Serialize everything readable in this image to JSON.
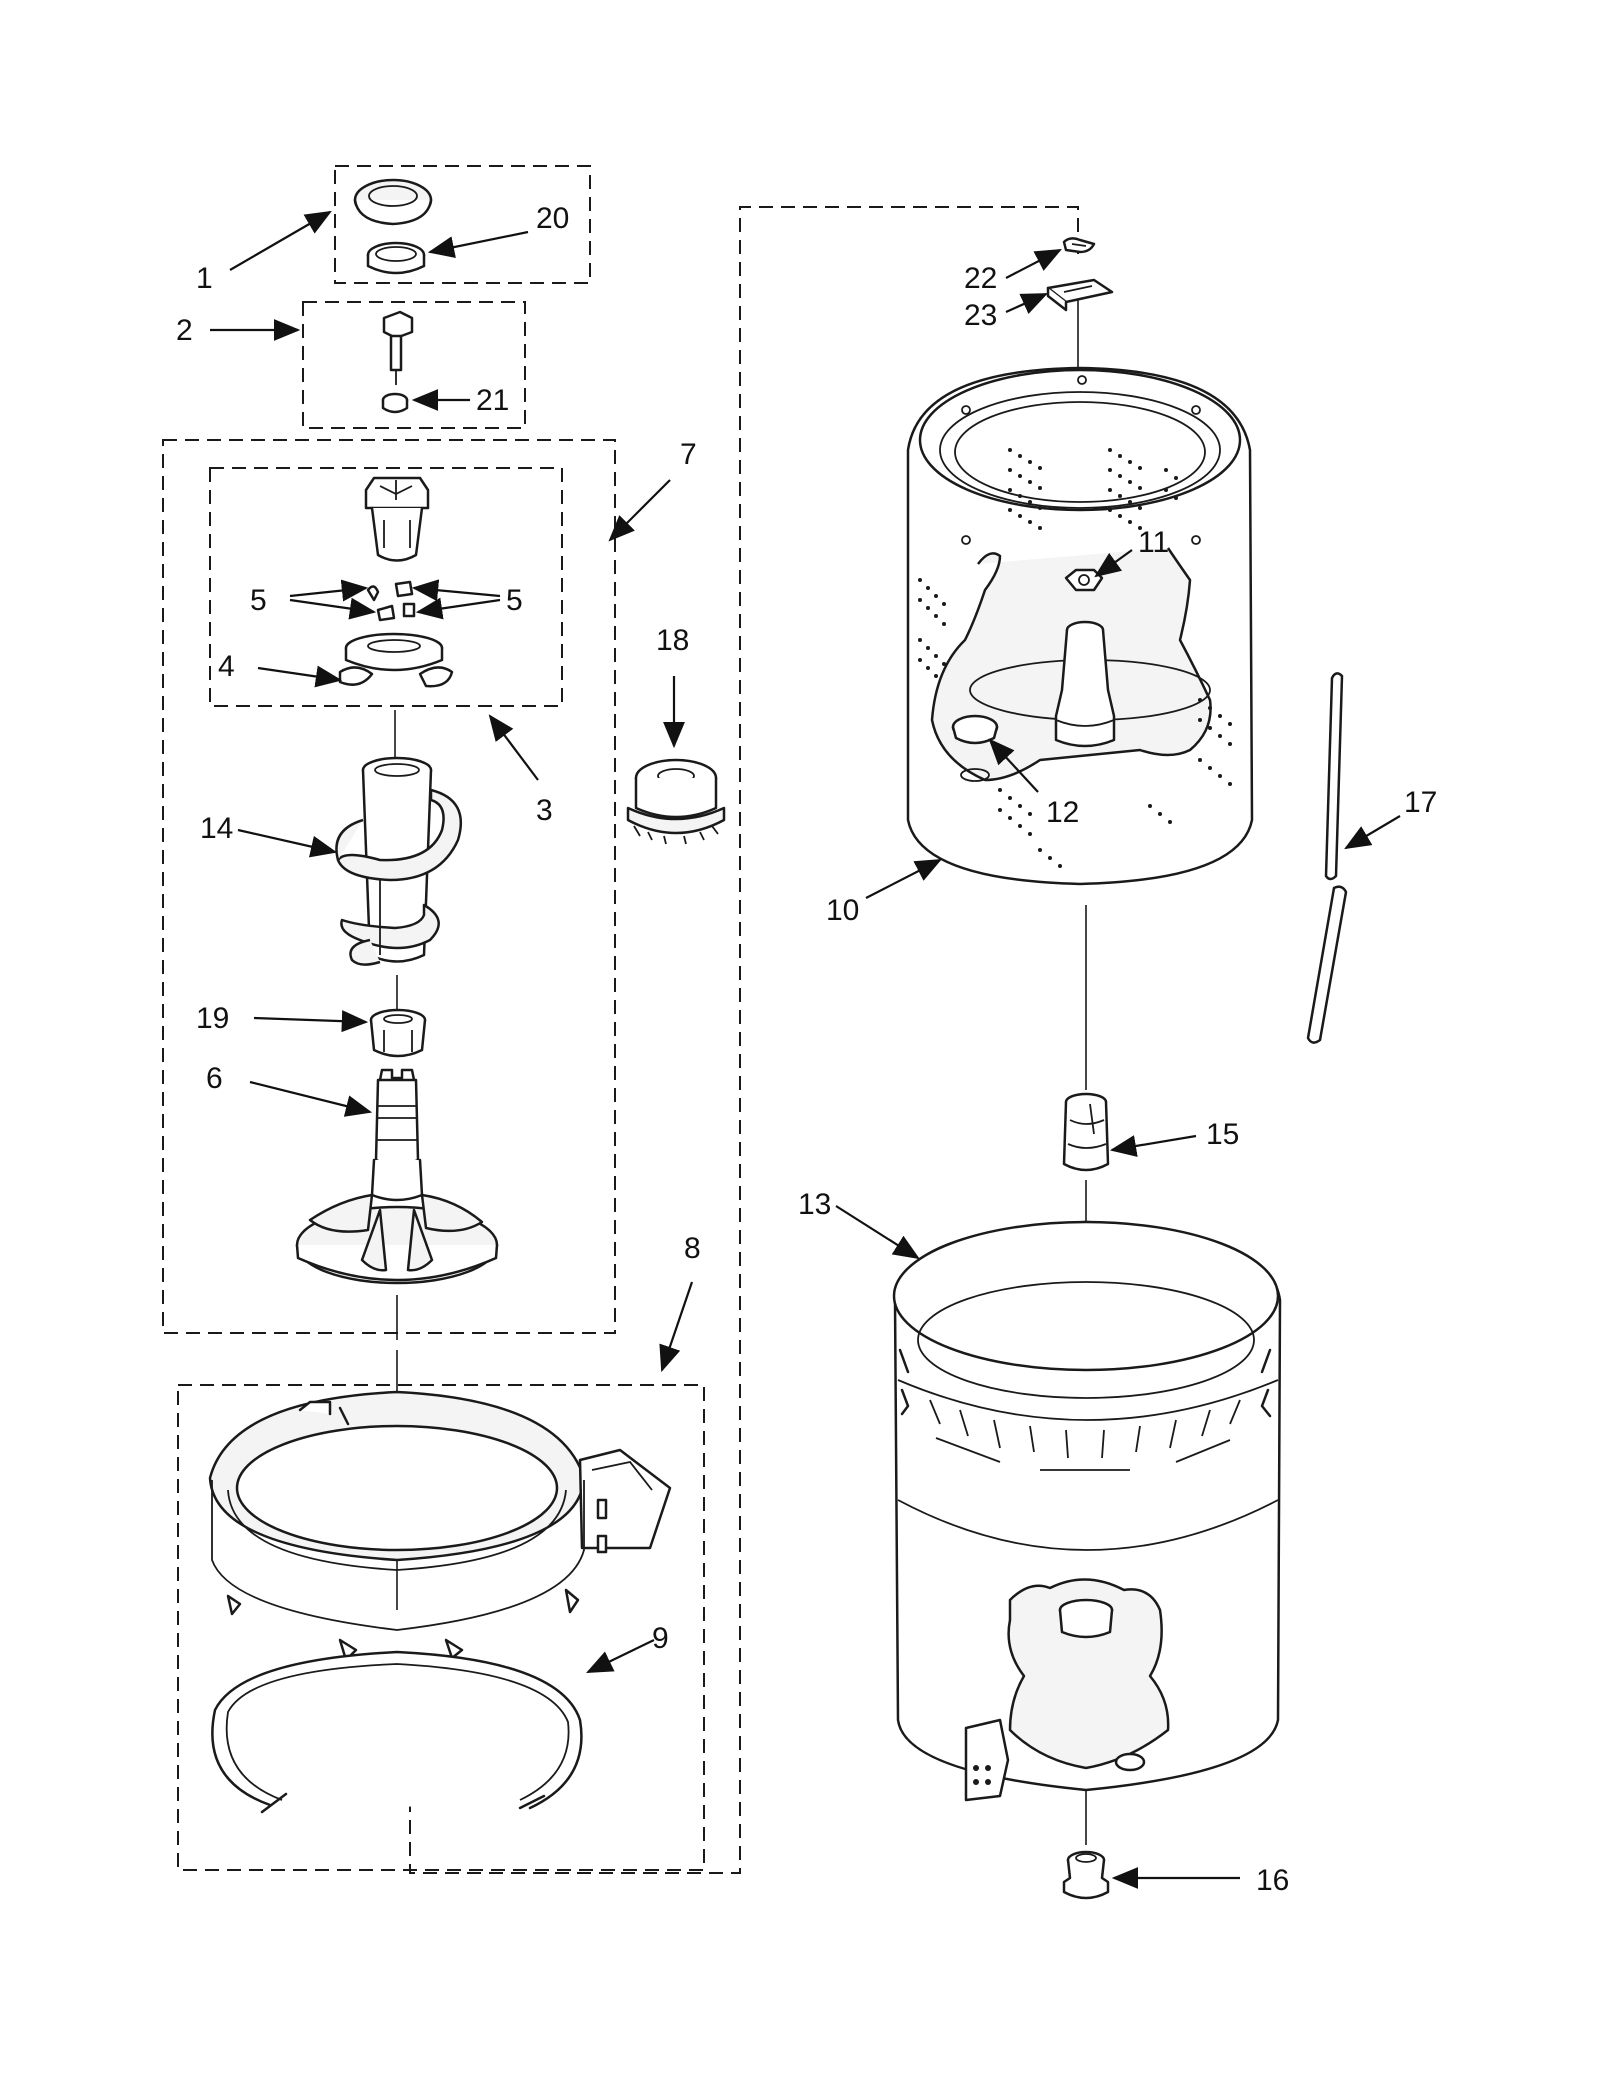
{
  "callouts": {
    "c1": "1",
    "c2": "2",
    "c3": "3",
    "c4": "4",
    "c5a": "5",
    "c5b": "5",
    "c6": "6",
    "c7": "7",
    "c8": "8",
    "c9": "9",
    "c10": "10",
    "c11": "11",
    "c12": "12",
    "c13": "13",
    "c14": "14",
    "c15": "15",
    "c16": "16",
    "c17": "17",
    "c18": "18",
    "c19": "19",
    "c20": "20",
    "c21": "21",
    "c22": "22",
    "c23": "23"
  },
  "icons": {
    "part-1": "agitator-cap-icon",
    "part-20": "cap-ring-icon",
    "part-2": "agitator-bolt-icon",
    "part-21": "washer-icon",
    "part-3": "cam-assembly-icon",
    "part-14": "auger-icon",
    "part-19": "bushing-icon",
    "part-6": "agitator-base-icon",
    "part-18": "seal-kit-icon",
    "part-8": "tub-ring-icon",
    "part-9": "gasket-ring-icon",
    "part-10": "wash-basket-icon",
    "part-11": "hub-nut-icon",
    "part-12": "balance-plug-icon",
    "part-13": "outer-tub-icon",
    "part-15": "drive-hub-icon",
    "part-16": "drain-plug-icon",
    "part-17": "hose-icon",
    "part-22": "clip-icon",
    "part-23": "bracket-icon"
  },
  "colors": {
    "ink": "#1a1a1a",
    "background": "#ffffff"
  }
}
